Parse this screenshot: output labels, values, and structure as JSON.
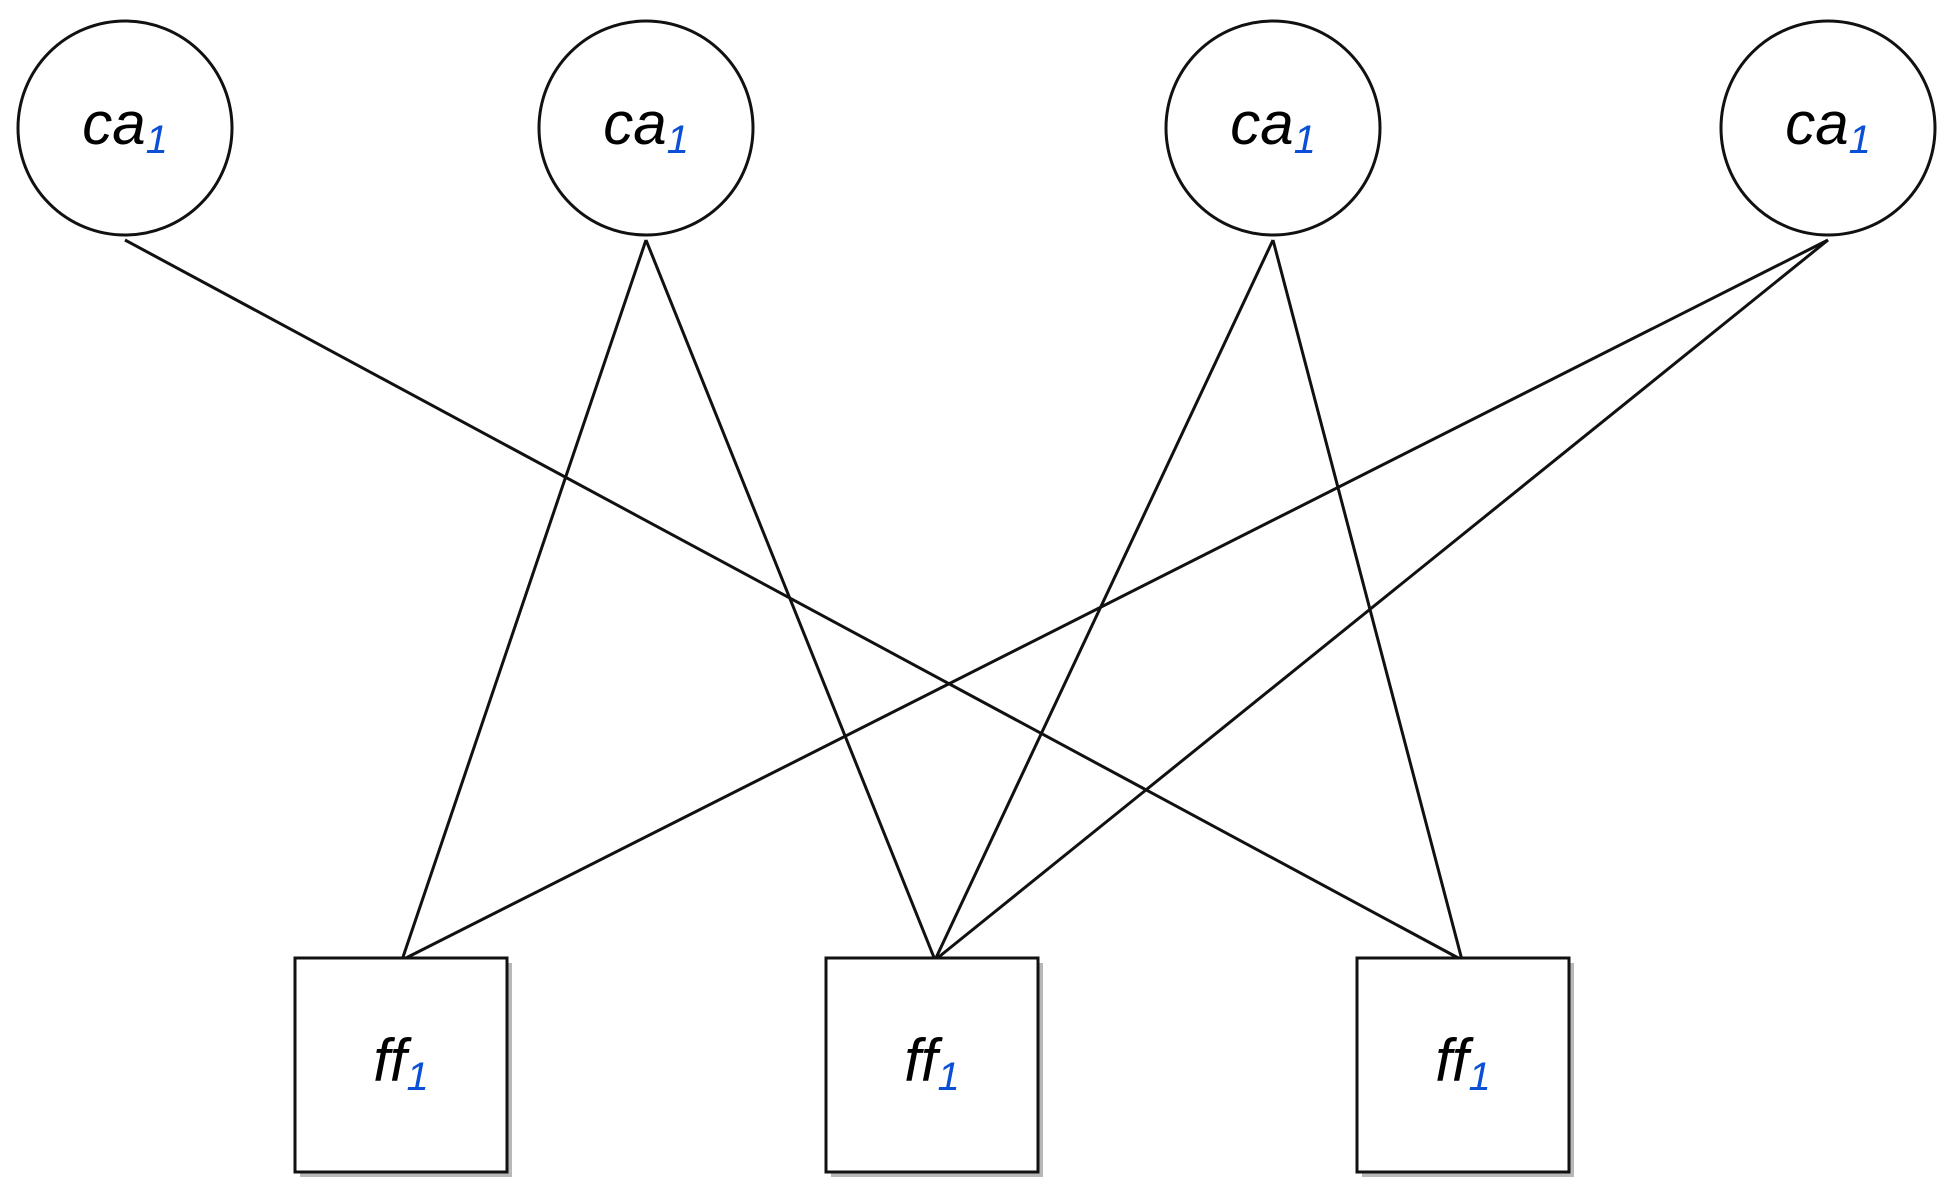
{
  "diagram": {
    "circles": [
      {
        "label": "ca",
        "subscript": "1"
      },
      {
        "label": "ca",
        "subscript": "1"
      },
      {
        "label": "ca",
        "subscript": "1"
      },
      {
        "label": "ca",
        "subscript": "1"
      }
    ],
    "squares": [
      {
        "label": "ff",
        "subscript": "1"
      },
      {
        "label": "ff",
        "subscript": "1"
      },
      {
        "label": "ff",
        "subscript": "1"
      }
    ],
    "edges": [
      {
        "from": "circle-1",
        "to": "square-3"
      },
      {
        "from": "circle-2",
        "to": "square-1"
      },
      {
        "from": "circle-2",
        "to": "square-2"
      },
      {
        "from": "circle-3",
        "to": "square-2"
      },
      {
        "from": "circle-3",
        "to": "square-3"
      },
      {
        "from": "circle-4",
        "to": "square-1"
      },
      {
        "from": "circle-4",
        "to": "square-2"
      }
    ],
    "colors": {
      "stroke": "#111111",
      "subscript": "#0a4fd6",
      "shadow": "#b8b8b8"
    }
  }
}
